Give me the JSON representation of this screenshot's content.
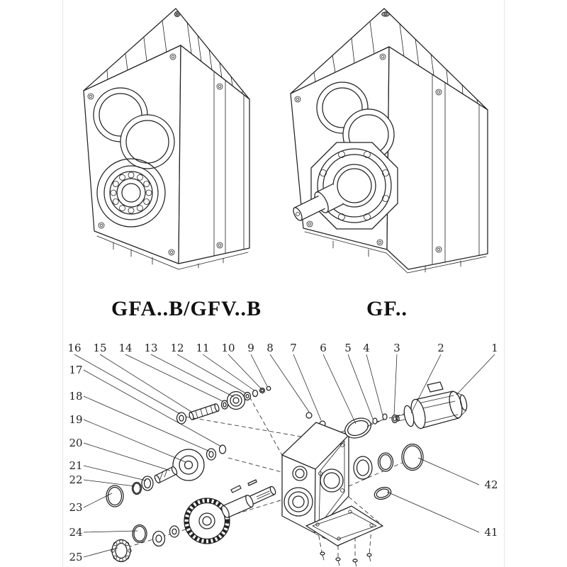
{
  "page": {
    "background": "#ffffff",
    "line_color": "#222222"
  },
  "model_labels": {
    "left": "GFA..B/GFV..B",
    "right": "GF.."
  },
  "exploded_view": {
    "callouts_top": [
      "16",
      "15",
      "14",
      "13",
      "12",
      "11",
      "10",
      "9",
      "8",
      "7",
      "6",
      "5",
      "4",
      "3",
      "2",
      "1"
    ],
    "callouts_left": [
      "17",
      "18",
      "19",
      "20",
      "21",
      "22",
      "23",
      "24",
      "25"
    ],
    "callouts_right": [
      "42",
      "41"
    ]
  }
}
